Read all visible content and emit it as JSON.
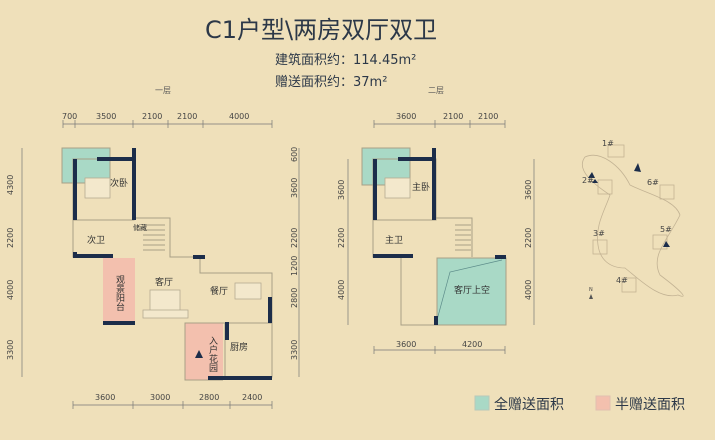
{
  "header": {
    "title": "C1户型\\两房双厅双卫",
    "building_area": "建筑面积约：114.45m²",
    "gift_area": "赠送面积约：37m²"
  },
  "floor1": {
    "label": "一层",
    "top_dims": [
      "700",
      "3500",
      "2100",
      "2100",
      "4000"
    ],
    "bottom_dims": [
      "3600",
      "3000",
      "2800",
      "2400"
    ],
    "left_dims": [
      "4300",
      "2200",
      "4000",
      "3300"
    ],
    "right_dims": [
      "600",
      "3600",
      "2200",
      "1200",
      "2800",
      "3300"
    ],
    "rooms": {
      "second_bedroom": "次卧",
      "second_bath": "次卫",
      "storage": "储藏",
      "scenic_balcony": "观景阳台",
      "living_room": "客厅",
      "dining_room": "餐厅",
      "entry_garden": "入户花园",
      "kitchen": "厨房"
    }
  },
  "floor2": {
    "label": "二层",
    "top_dims": [
      "3600",
      "2100",
      "2100"
    ],
    "bottom_dims": [
      "3600",
      "4200"
    ],
    "left_dims": [
      "3600",
      "2200",
      "4000"
    ],
    "right_dims": [
      "3600",
      "2200",
      "4000"
    ],
    "rooms": {
      "master_bedroom": "主卧",
      "master_bath": "主卫",
      "living_void": "客厅上空"
    }
  },
  "site_map": {
    "buildings": [
      "1#",
      "2#",
      "3#",
      "4#",
      "5#",
      "6#"
    ],
    "north": "N"
  },
  "legend": {
    "full_gift": "全赠送面积",
    "half_gift": "半赠送面积"
  },
  "colors": {
    "background": "#efe0ba",
    "wall": "#1c2d4a",
    "full_gift": "#a9d9c6",
    "half_gift": "#f3c0ae"
  }
}
